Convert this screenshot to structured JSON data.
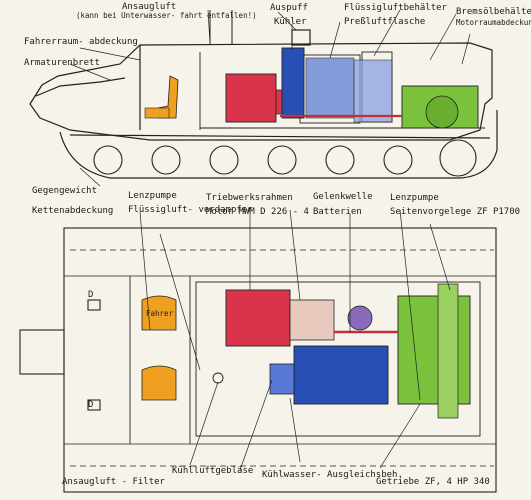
{
  "side_view": {
    "labels": {
      "ansaugluft": "Ansaugluft",
      "ansaugluft_note": "(kann bei Unterwasser-\nfahrt entfallen!)",
      "fahrerraum": "Fahrerraum-\nabdeckung",
      "armaturenbrett": "Armaturenbrett",
      "auspuff": "Auspuff",
      "kuehler": "Kühler",
      "fluessigluftbehaelter": "Flüssigluftbehälter",
      "pressluftflasche": "Preßluftflasche",
      "bremsoelbehaelter": "Bremsölbehälter",
      "motorraumabdeckung": "Motorraumabdeckung"
    }
  },
  "middle_labels": {
    "gegengewicht": "Gegengewicht",
    "kettenabdeckung": "Kettenabdeckung",
    "lenzpumpe_left": "Lenzpumpe",
    "fluessigluftverdampfer": "Flüssigluft-\nverdampfer",
    "triebwerksrahmen": "Triebwerksrahmen",
    "motor": "Motor MWM\nD 226 - 4",
    "gelenkwelle": "Gelenkwelle",
    "batterien": "Batterien",
    "lenzpumpe_right": "Lenzpumpe",
    "seitenvorgelege": "Seitenvorgelege ZF P1700"
  },
  "top_view": {
    "fahrer": "Fahrer",
    "d_mark": "D"
  },
  "bottom_labels": {
    "ansaugluft_filter": "Ansaugluft - Filter",
    "kuehlluftgeblaese": "Kühlluftgebläse",
    "kuehlwasser": "Kühlwasser-\nAusgleichsbeh.",
    "getriebe": "Getriebe ZF, 4 HP 340"
  },
  "colors": {
    "line": "#222222",
    "engine": "#d8344a",
    "seat": "#f0a020",
    "radiator": "#2850b4",
    "coolant": "#5a78d8",
    "gearbox": "#7cc23c",
    "batteries": "#e8c9bd",
    "shaft": "#c0303a",
    "paper": "#f6f3ea"
  }
}
